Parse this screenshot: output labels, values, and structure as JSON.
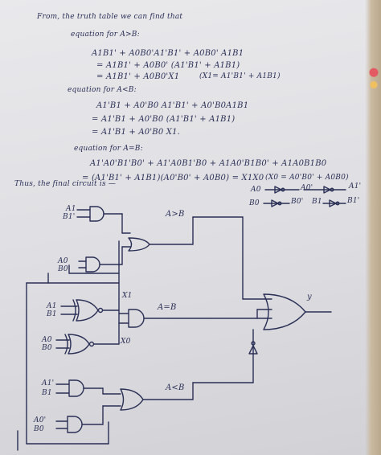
{
  "notes": {
    "intro": "From, the truth table we can find that",
    "eq_gt_title": "equation for A>B:",
    "eq_gt_1": "A1B1' + A0B0'A1'B1' + A0B0' A1B1",
    "eq_gt_2": "= A1B1' + A0B0' (A1'B1' + A1B1)",
    "eq_gt_3": "= A1B1' + A0B0'X1",
    "eq_gt_x1": "(X1= A1'B1' + A1B1)",
    "eq_lt_title": "equation for A<B:",
    "eq_lt_1": "A1'B1 + A0'B0 A1'B1' + A0'B0A1B1",
    "eq_lt_2": "= A1'B1 + A0'B0 (A1'B1' + A1B1)",
    "eq_lt_3": "= A1'B1 + A0'B0 X1.",
    "eq_eq_title": "equation for A=B:",
    "eq_eq_1": "A1'A0'B1'B0' + A1'A0B1'B0 + A1A0'B1B0' + A1A0B1B0",
    "eq_eq_2": "= (A1'B1' + A1B1)(A0'B0' + A0B0) = X1X0",
    "eq_eq_x0": "(X0 = A0'B0' + A0B0)",
    "final": "Thus, the final circuit is —"
  },
  "legend": {
    "a0_in": "A0",
    "a0_out": "A0'",
    "a1_out": "A1'",
    "b0_in": "B0",
    "b0_out": "B0'",
    "b1_in": "B1",
    "b1_out": "B1'"
  },
  "circuit": {
    "in_a1": "A1",
    "in_b1p": "B1'",
    "in_a0": "A0",
    "in_b0p": "B0'",
    "xnor_a1": "A1",
    "xnor_b1": "B1",
    "xnor_a0": "A0",
    "xnor_b0": "B0",
    "x1": "X1",
    "x0": "X0",
    "gt": "A>B",
    "eq": "A=B",
    "lt": "A<B",
    "in_a1p": "A1'",
    "in_b1": "B1",
    "in_a0p": "A0'",
    "in_b0": "B0",
    "y": "y"
  }
}
